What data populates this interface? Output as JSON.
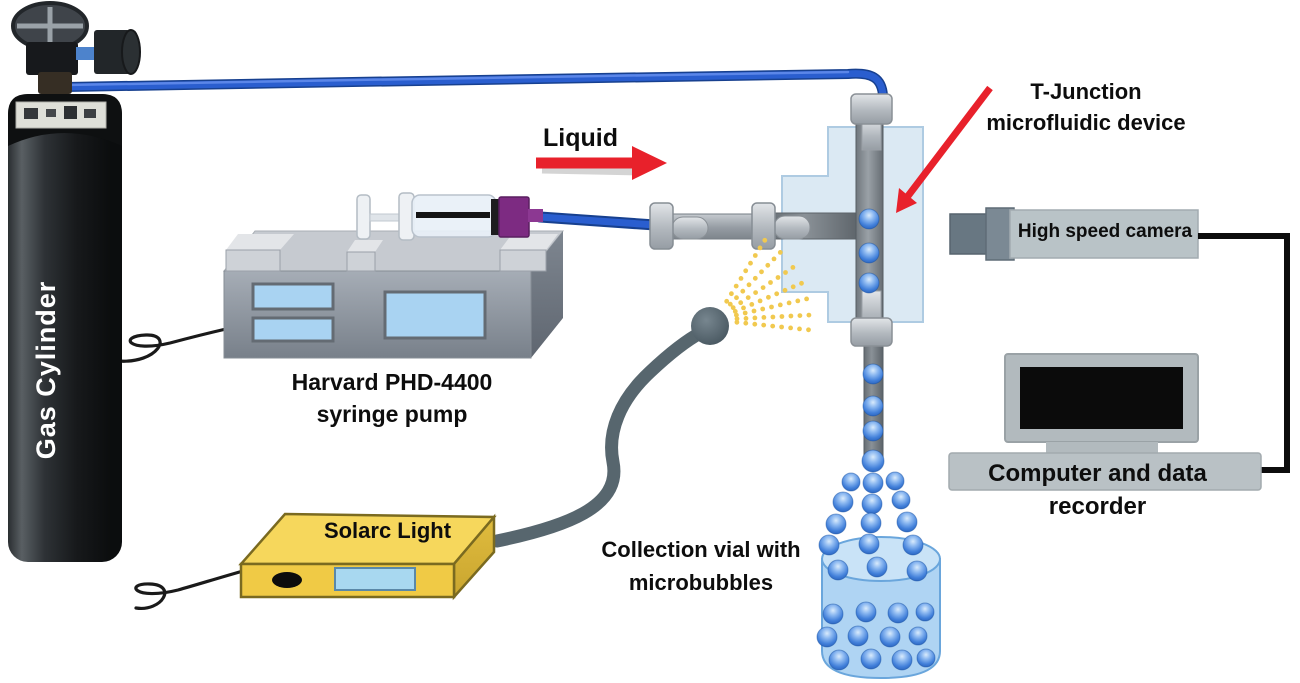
{
  "labels": {
    "gas_cylinder": "Gas Cylinder",
    "liquid_flow": "Liquid",
    "syringe_pump_line1": "Harvard PHD-4400",
    "syringe_pump_line2": "syringe pump",
    "solarc_light": "Solarc Light",
    "t_junction_line1": "T-Junction",
    "t_junction_line2": "microfluidic device",
    "high_speed_camera": "High speed camera",
    "computer_line1": "Computer and data",
    "computer_line2": "recorder",
    "collection_vial_line1": "Collection vial with",
    "collection_vial_line2": "microbubbles"
  },
  "colors": {
    "tubing_blue": "#2a5ecf",
    "bubble_blue": "#4280da",
    "device_block_blue": "#d5e5f1",
    "panel_blue": "#a9d3f2",
    "solarc_yellow": "#f2d24b",
    "annotation_arrow_red": "#e8212b",
    "metal_gray": "#9aa1a7",
    "cylinder_black": "#17191b",
    "light_dot_yellow": "#f1c94f"
  }
}
